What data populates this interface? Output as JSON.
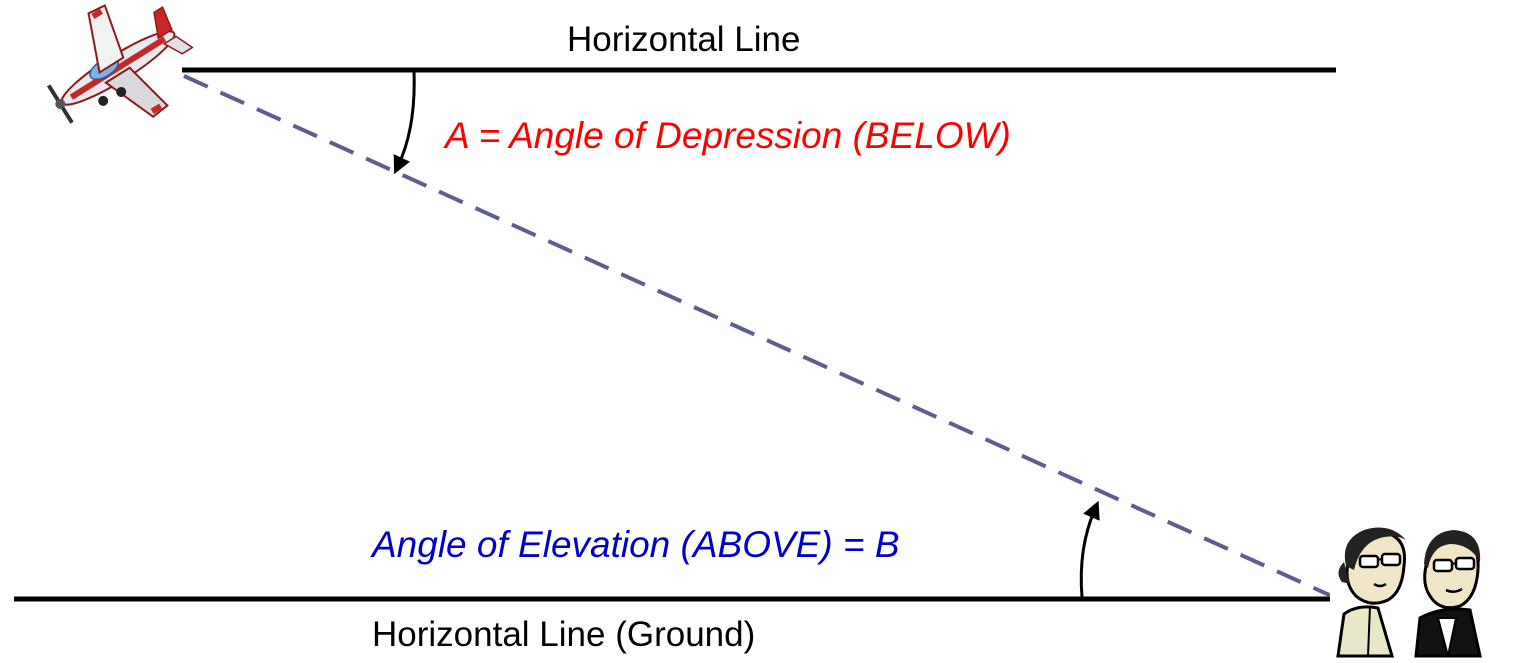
{
  "labels": {
    "top_horizontal": "Horizontal Line",
    "angle_depression": "A = Angle of Depression (BELOW)",
    "angle_elevation": "Angle of Elevation (ABOVE) = B",
    "ground_horizontal": "Horizontal Line (Ground)"
  },
  "colors": {
    "depression_text": "#ff0000",
    "elevation_text": "#0000cc",
    "line_of_sight": "#5a5f8f",
    "horizontal_lines": "#000000"
  },
  "icons": {
    "airplane": "airplane-icon",
    "observers": "observers-icon"
  }
}
